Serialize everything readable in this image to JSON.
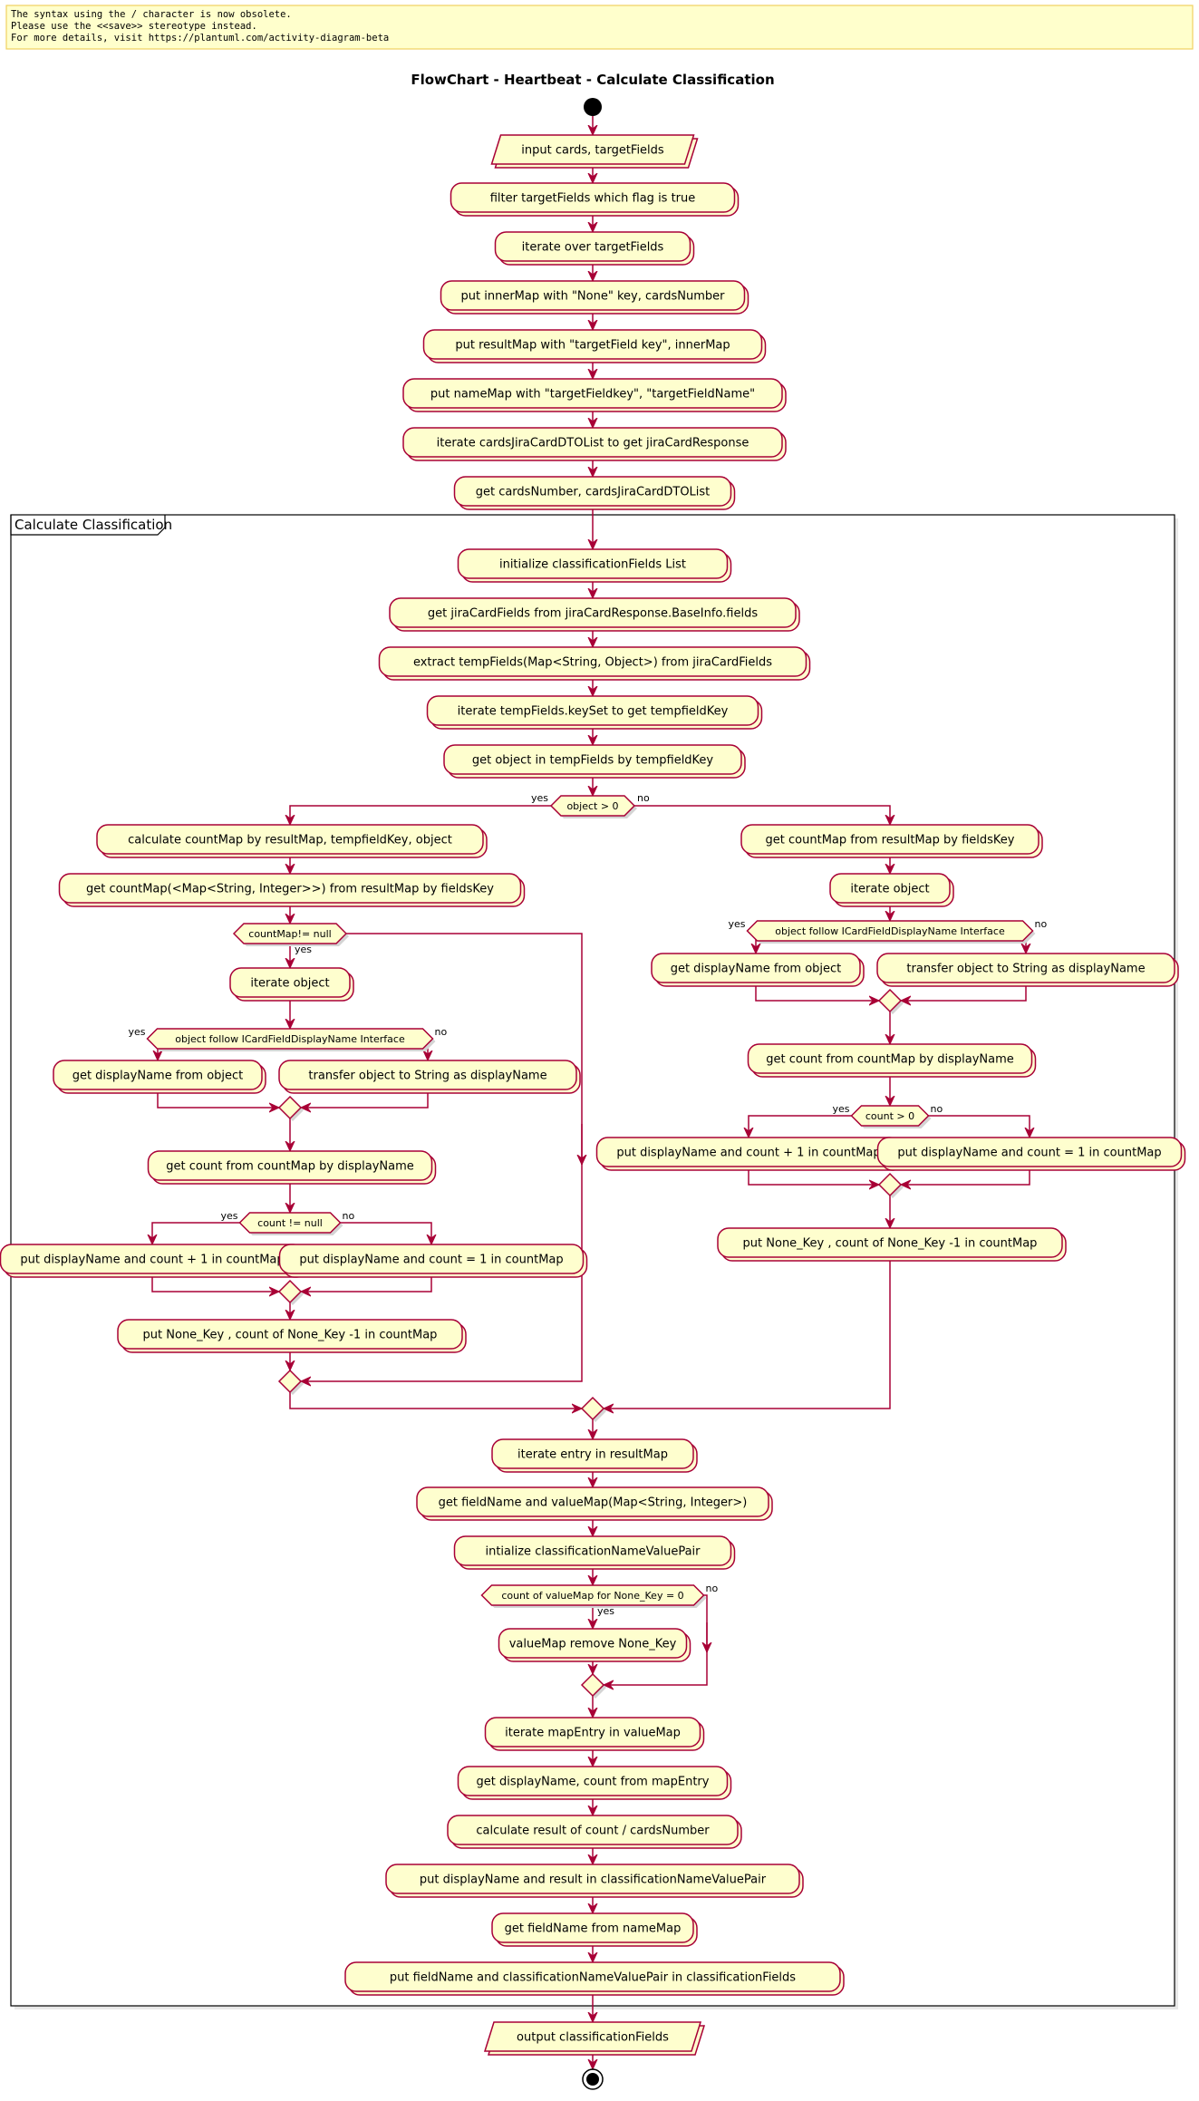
{
  "note": [
    "The syntax using the / character is now obsolete.",
    "Please use the <<save>> stereotype instead.",
    "For more details, visit https://plantuml.com/activity-diagram-beta"
  ],
  "title": "FlowChart - Heartbeat - Calculate Classification",
  "partition": "Calculate Classification",
  "colors": {
    "node_fill": "#FEFECE",
    "border": "#A80036",
    "note_fill": "#FBFB77"
  },
  "nodes": {
    "input": "input cards, targetFields",
    "filter": "filter targetFields which flag is true",
    "iterTarget": "iterate over targetFields",
    "putInner": "put innerMap with \"None\" key, cardsNumber",
    "putResult": "put resultMap with \"targetField key\", innerMap",
    "putName": "put nameMap with \"targetFieldkey\", \"targetFieldName\"",
    "iterCards": "iterate cardsJiraCardDTOList to get jiraCardResponse",
    "getCards": "get cardsNumber, cardsJiraCardDTOList",
    "initFields": "initialize classificationFields List",
    "getJira": "get jiraCardFields from jiraCardResponse.BaseInfo.fields",
    "extract": "extract tempFields(Map<String, Object>) from jiraCardFields",
    "iterKeys": "iterate tempFields.keySet to get tempfieldKey",
    "getObj": "get object in tempFields by tempfieldKey",
    "calcCount": "calculate countMap by resultMap, tempfieldKey, object",
    "getCountMapL": "get countMap(<Map<String, Integer>>) from resultMap by fieldsKey",
    "iterObjL": "iterate object",
    "dispL1": "get displayName from object",
    "dispL2": "transfer object to String as displayName",
    "countL": "get count from countMap by displayName",
    "putL1": "put displayName and count + 1 in countMap",
    "putL2": "put displayName and count = 1 in countMap",
    "noneL": "put None_Key , count of None_Key -1 in countMap",
    "getCountMapR": "get countMap from resultMap by fieldsKey",
    "iterObjR": "iterate object",
    "dispR1": "get displayName from object",
    "dispR2": "transfer object to String as displayName",
    "countR": "get count from countMap by displayName",
    "putR1": "put displayName and count + 1 in countMap",
    "putR2": "put displayName and count = 1 in countMap",
    "noneR": "put None_Key , count of None_Key -1 in countMap",
    "iterEntry": "iterate entry in resultMap",
    "getField": "get fieldName and valueMap(Map<String, Integer>)",
    "initPair": "intialize classificationNameValuePair",
    "removeNone": "valueMap remove None_Key",
    "iterMapEntry": "iterate mapEntry in valueMap",
    "getDisp": "get displayName, count from mapEntry",
    "calcResult": "calculate result of count / cardsNumber",
    "putPair": "put displayName and result in classificationNameValuePair",
    "getFieldName": "get fieldName from nameMap",
    "putFields": "put fieldName and classificationNameValuePair in classificationFields",
    "output": "output classificationFields"
  },
  "conditions": {
    "objGt0": "object > 0",
    "countMapNotNull": "countMap!= null",
    "followL": "object follow ICardFieldDisplayName Interface",
    "countNullL": "count != null",
    "followR": "object follow ICardFieldDisplayName Interface",
    "countGt0R": "count > 0",
    "noneZero": "count of valueMap for None_Key = 0"
  },
  "labels": {
    "yes": "yes",
    "no": "no"
  }
}
